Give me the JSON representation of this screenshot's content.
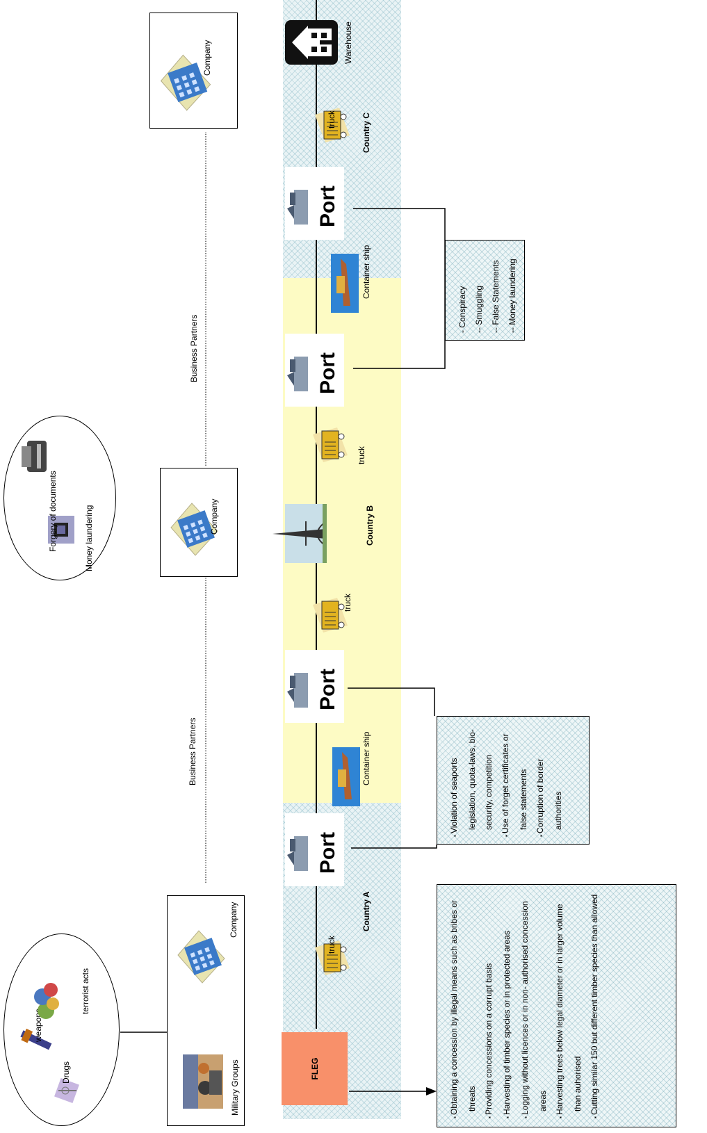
{
  "title": "",
  "ovals": {
    "threats": {
      "drugs": "Drugs",
      "weapons": "weapons",
      "terrorist": "terrorist  acts"
    },
    "crimes": {
      "forgery": "Forgery  of  documents",
      "money": "Money  laundering"
    }
  },
  "companies": {
    "left": {
      "label": "Company",
      "military": "Military  Groups"
    },
    "middle": {
      "label": "Company"
    },
    "right": {
      "label": "Company"
    }
  },
  "partners": {
    "first": "Business  Partners",
    "second": "Business  Partners"
  },
  "chain": {
    "fleg": "FLEG",
    "truck": "truck",
    "port": "Port",
    "container_ship": "Container  ship",
    "warehouse": "Warehouse",
    "countries": {
      "a": "Country  A",
      "b": "Country  B",
      "c": "Country  C"
    }
  },
  "boxes": {
    "fleg_issues": [
      "Obtaining  a  concession  by  illegal means  such  as  bribes  or  threats",
      "Providing  concessions  on  a  corrupt basis",
      "Harvesting  of  timber  species    or in  protected  areas",
      "Logging  without  licences  or  in non-  authorised  concession  areas",
      "Harvesting  trees  below  legal diameter  or  in  larger  volume  than auhorised",
      "Cutting  similar  150  but  different timber  species  than  allowed"
    ],
    "port_issues": [
      "Violation  of  seaports legislation,  quota-laws, bio-security,  competition",
      "Use  of  forget certificates  or  false statements",
      "Corruption  of  border authorities"
    ],
    "crimes_list": [
      "-   Conspiracy",
      "--   Smuggling",
      "--   False  Statements",
      "--   Money   laundering"
    ]
  },
  "colors": {
    "fleg": "#f8906a",
    "band_blue": "#e9f3f5",
    "band_yellow": "#fdfbc4"
  },
  "icons": [
    "drugs-icon",
    "weapons-icon",
    "terrorist-icon",
    "forgery-icon",
    "money-laundering-icon",
    "company-building-icon",
    "military-groups-icon",
    "truck-icon",
    "port-icon",
    "container-ship-icon",
    "eiffel-tower-icon",
    "warehouse-icon"
  ]
}
